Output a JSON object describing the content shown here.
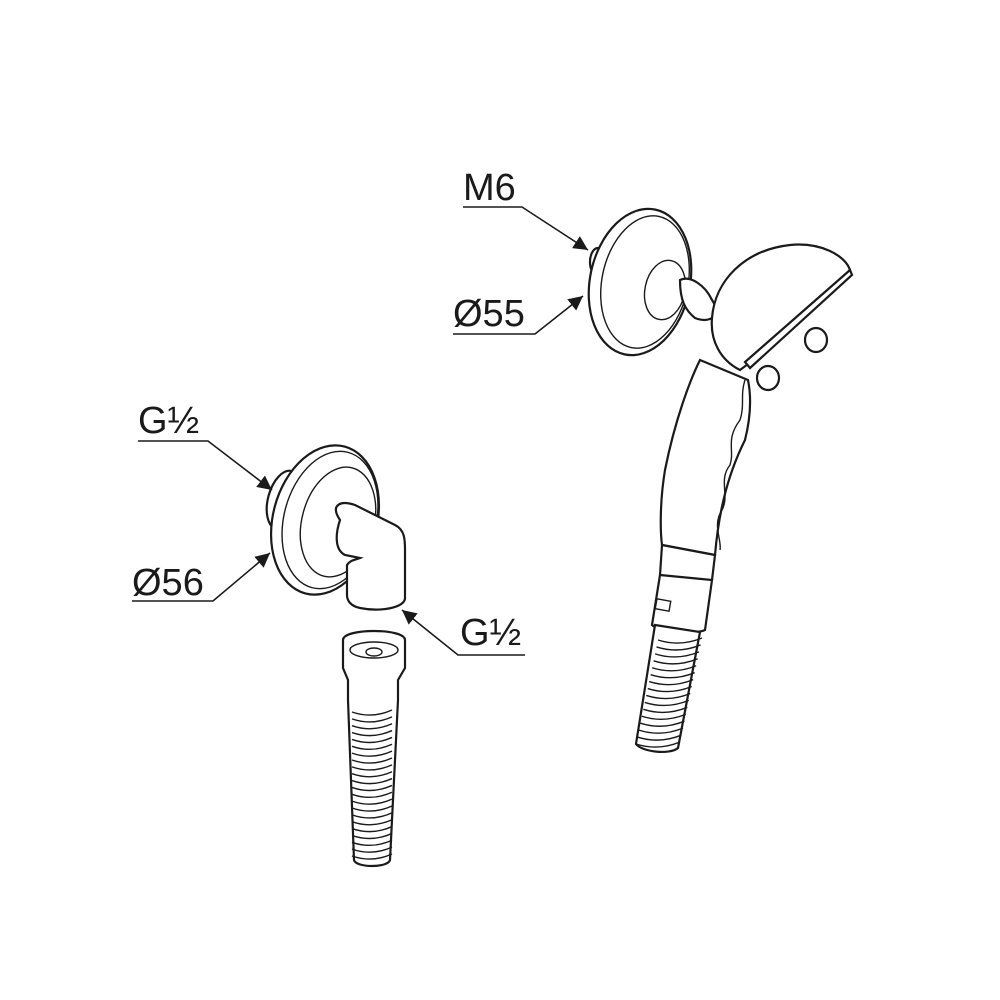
{
  "labels": {
    "right_flange_thread": "M6",
    "right_flange_diameter": "Ø55",
    "left_flange_thread": "G½",
    "left_flange_diameter": "Ø56",
    "elbow_outlet_thread": "G½"
  },
  "colors": {
    "line": "#1a1a1a",
    "background": "#ffffff"
  }
}
